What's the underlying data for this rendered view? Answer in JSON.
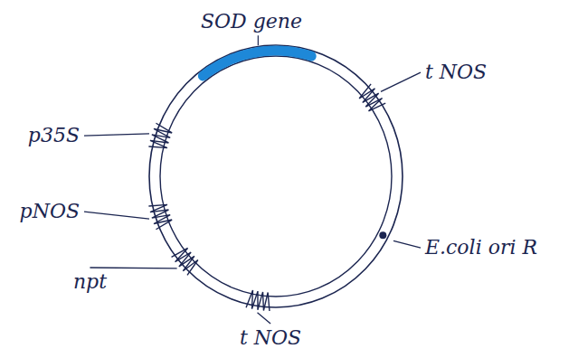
{
  "diagram": {
    "labels": [
      "SOD gene",
      "t NOS",
      "p35S",
      "pNOS",
      "E.coli ori R",
      "npt",
      "t NOS"
    ]
  }
}
